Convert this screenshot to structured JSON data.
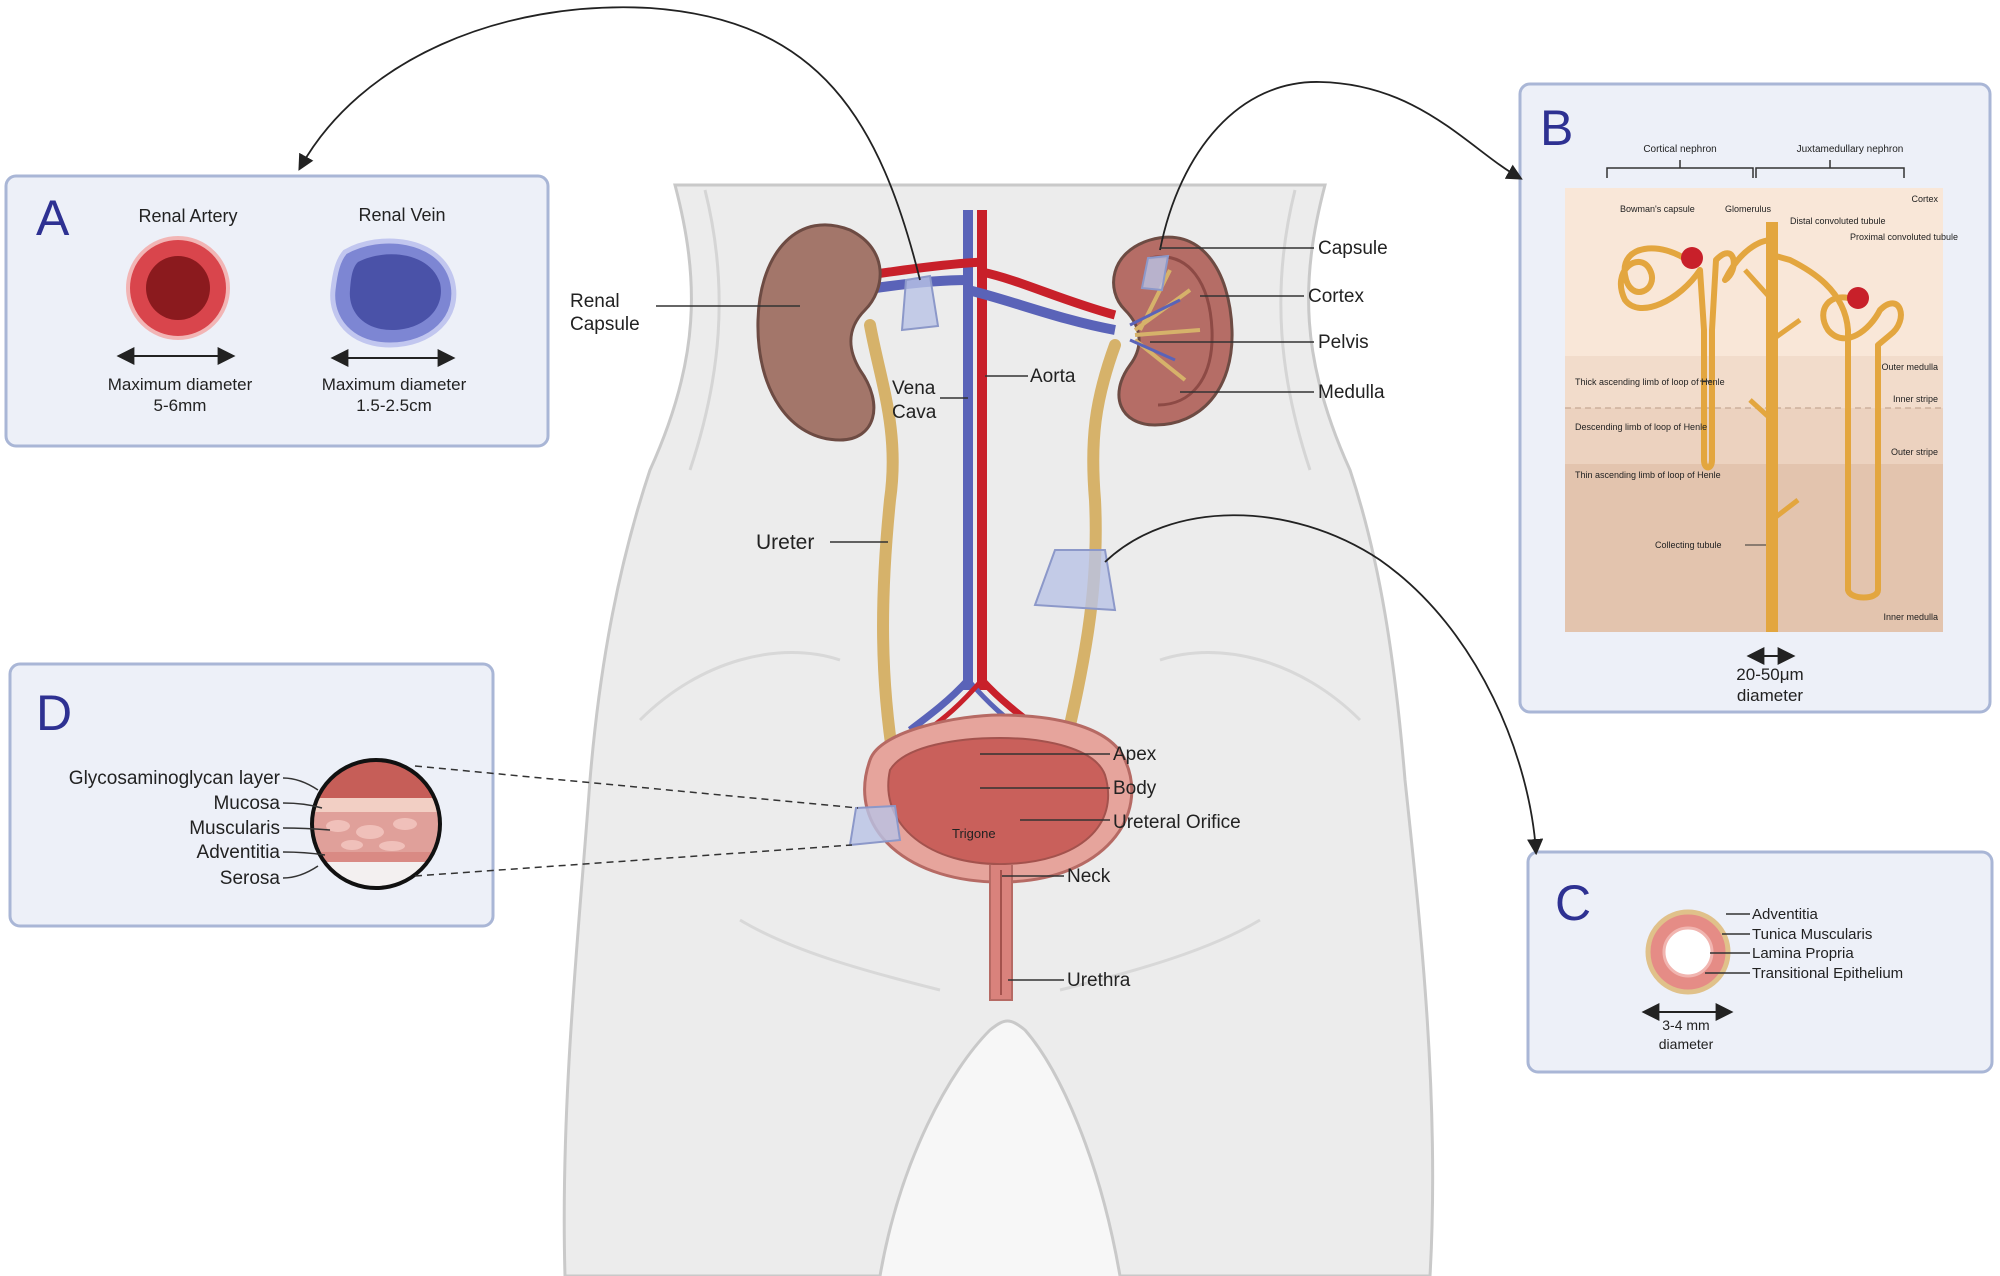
{
  "panel_a": {
    "letter": "A",
    "artery": {
      "title": "Renal Artery",
      "caption_line1": "Maximum diameter",
      "caption_line2": "5-6mm"
    },
    "vein": {
      "title": "Renal Vein",
      "caption_line1": "Maximum diameter",
      "caption_line2": "1.5-2.5cm"
    }
  },
  "panel_b": {
    "letter": "B",
    "headers": {
      "cortical": "Cortical nephron",
      "juxtamedullary": "Juxtamedullary nephron"
    },
    "zones": {
      "cortex": "Cortex",
      "outer_medulla": "Outer medulla",
      "inner_stripe": "Inner stripe",
      "outer_stripe": "Outer stripe",
      "inner_medulla": "Inner medulla"
    },
    "labels": {
      "bowmans": "Bowman's capsule",
      "glomerulus": "Glomerulus",
      "distal": "Distal convoluted tubule",
      "proximal": "Proximal convoluted tubule",
      "thick": "Thick ascending limb of loop of Henle",
      "descending": "Descending limb of loop of Henle",
      "thin": "Thin ascending limb of loop of Henle",
      "collecting": "Collecting tubule"
    },
    "diameter_line1": "20-50μm",
    "diameter_line2": "diameter"
  },
  "panel_c": {
    "letter": "C",
    "layers": [
      "Adventitia",
      "Tunica Muscularis",
      "Lamina Propria",
      "Transitional Epithelium"
    ],
    "diameter_line1": "3-4 mm",
    "diameter_line2": "diameter"
  },
  "panel_d": {
    "letter": "D",
    "layers": [
      "Glycosaminoglycan layer",
      "Mucosa",
      "Muscularis",
      "Adventitia",
      "Serosa"
    ]
  },
  "anatomy": {
    "renal_capsule_line1": "Renal",
    "renal_capsule_line2": "Capsule",
    "vena_cava_line1": "Vena",
    "vena_cava_line2": "Cava",
    "aorta": "Aorta",
    "ureter": "Ureter",
    "capsule": "Capsule",
    "cortex": "Cortex",
    "pelvis": "Pelvis",
    "medulla": "Medulla",
    "apex": "Apex",
    "body": "Body",
    "ureteral_orifice": "Ureteral Orifice",
    "trigone": "Trigone",
    "neck": "Neck",
    "urethra": "Urethra"
  },
  "colors": {
    "panel_bg": "#edf0f8",
    "panel_border": "#a9b6d6",
    "artery": "#c8202a",
    "vein": "#5a63b8",
    "ureter": "#d6b26a",
    "kidney": "#a3766a",
    "bladder": "#d9827c",
    "silhouette": "#ececec"
  }
}
